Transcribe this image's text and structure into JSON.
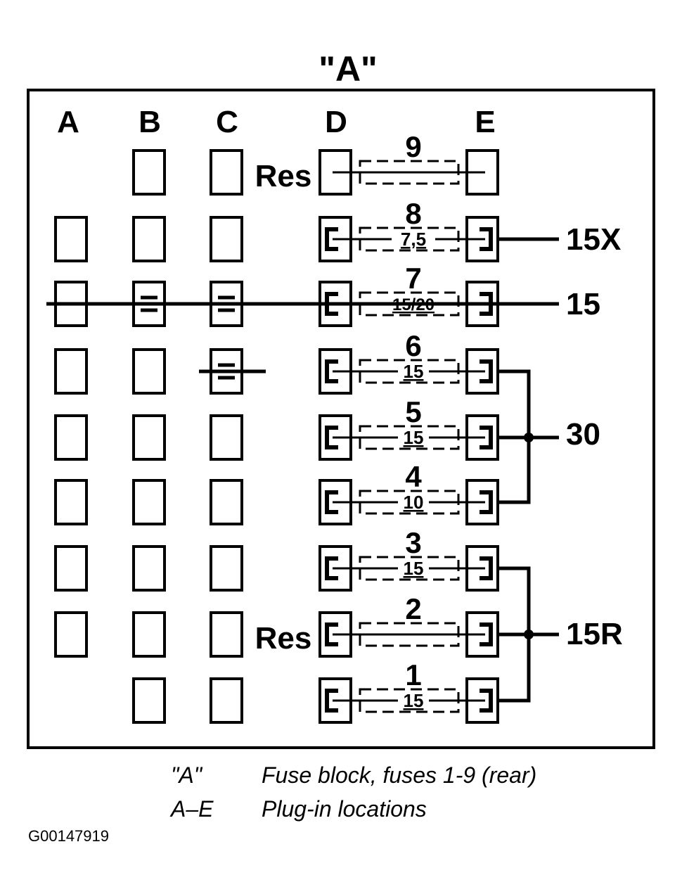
{
  "title": "\"A\"",
  "columns": [
    "A",
    "B",
    "C",
    "D",
    "E"
  ],
  "reserved_label": "Res",
  "fuses": [
    {
      "number": "1",
      "rating": "15"
    },
    {
      "number": "2",
      "rating": ""
    },
    {
      "number": "3",
      "rating": "15"
    },
    {
      "number": "4",
      "rating": "10"
    },
    {
      "number": "5",
      "rating": "15"
    },
    {
      "number": "6",
      "rating": "15"
    },
    {
      "number": "7",
      "rating": "15/20"
    },
    {
      "number": "8",
      "rating": "7,5"
    },
    {
      "number": "9",
      "rating": ""
    }
  ],
  "terminals": {
    "t15x": "15X",
    "t15": "15",
    "t30": "30",
    "t15r": "15R"
  },
  "legend": [
    {
      "key": "\"A\"",
      "text": "Fuse block, fuses 1-9 (rear)"
    },
    {
      "key": "A–E",
      "text": "Plug-in locations"
    }
  ],
  "figure_code": "G00147919"
}
